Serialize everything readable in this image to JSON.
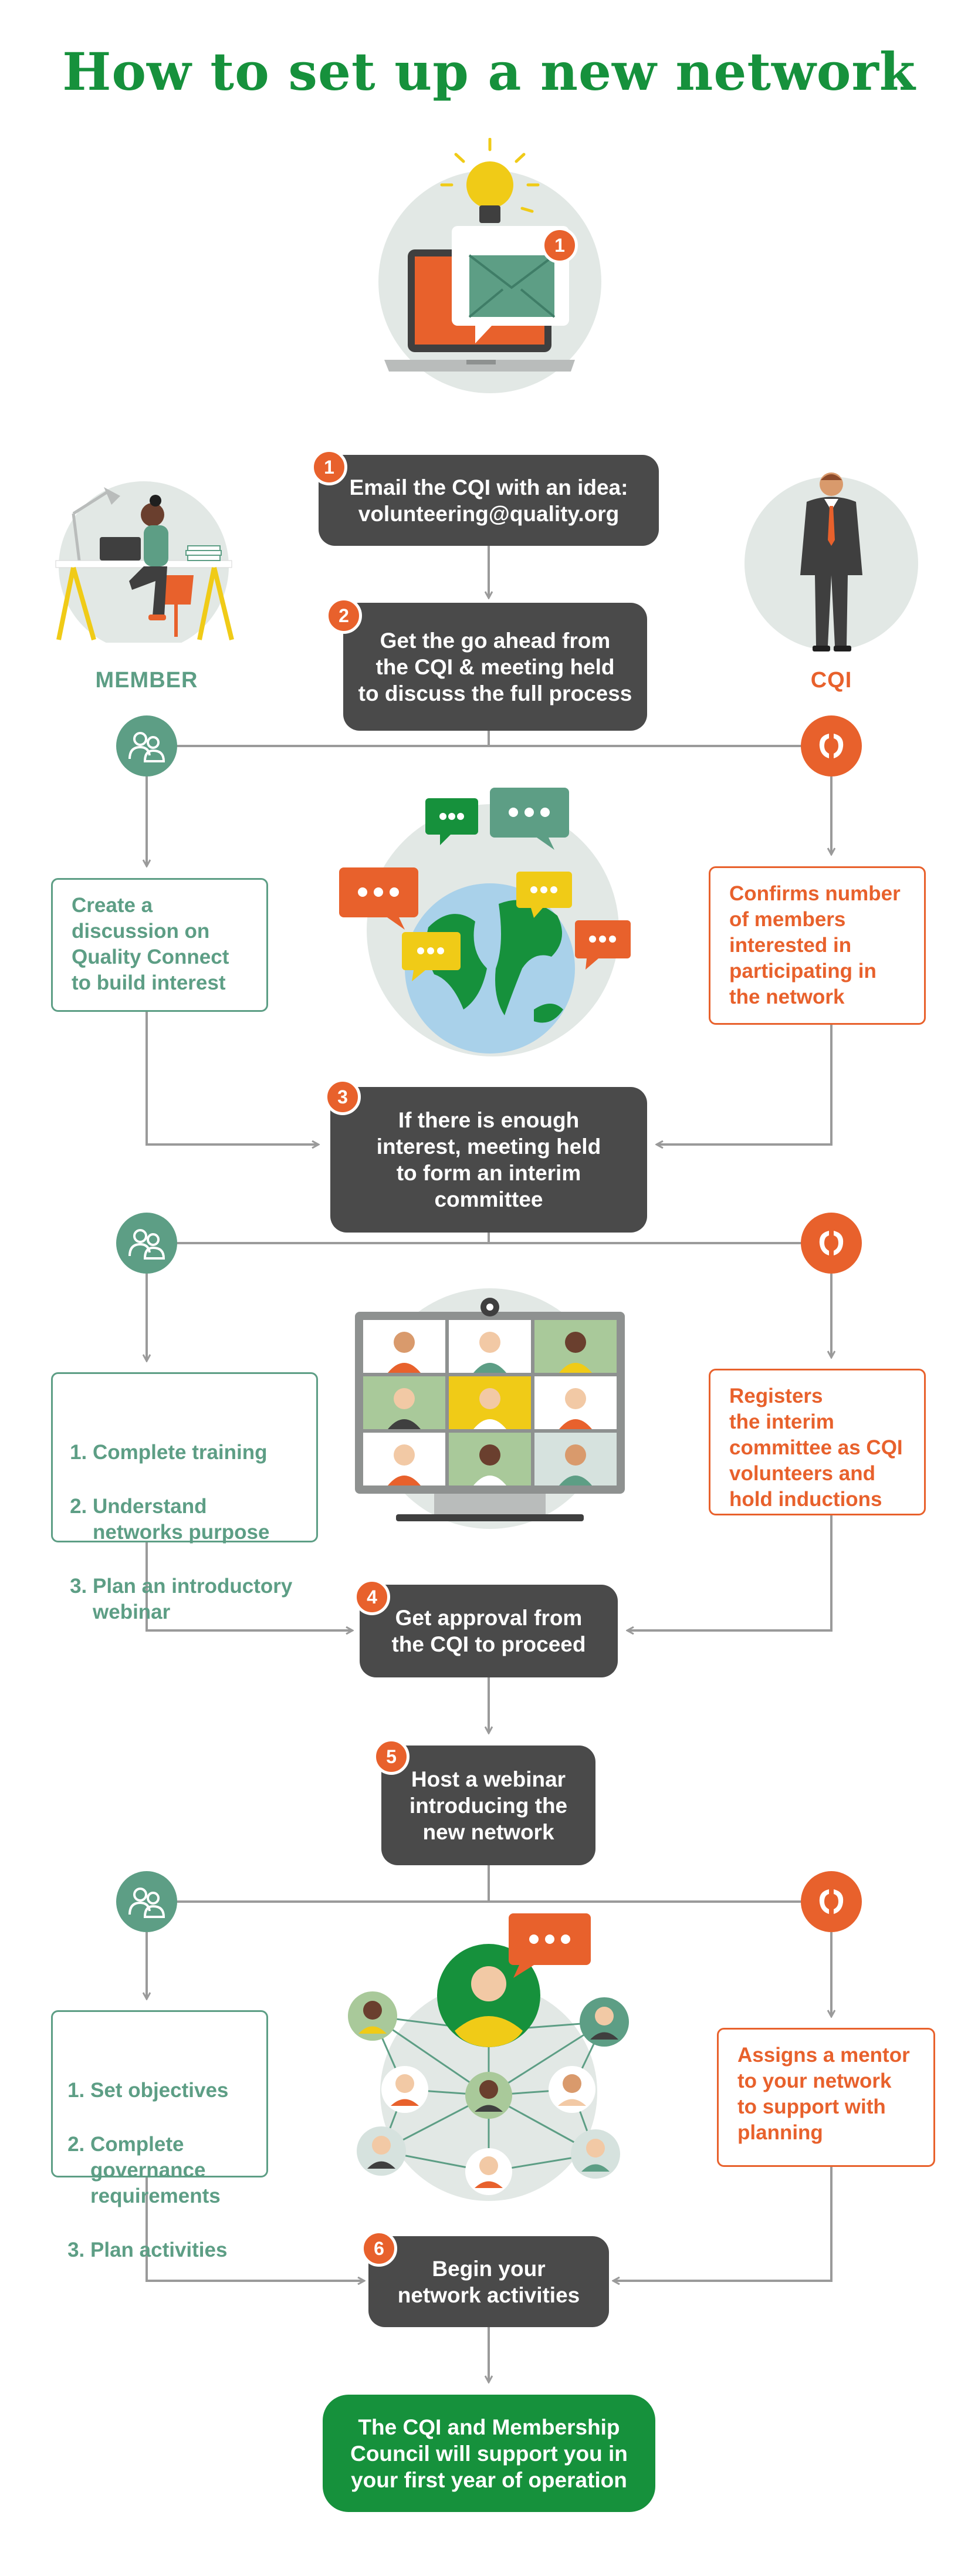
{
  "title": "How to set up a new network",
  "colors": {
    "green": "#16913c",
    "teal": "#5d9e85",
    "orange": "#e8612c",
    "dark": "#4a4a4a",
    "connector": "#9a9a9a",
    "illustration_bg": "#e2e8e5"
  },
  "roles": {
    "member_label": "MEMBER",
    "cqi_label": "CQI"
  },
  "steps": [
    {
      "number": "1",
      "text": "Email the CQI with an idea:\nvolunteering@quality.org"
    },
    {
      "number": "2",
      "text": "Get the go ahead from\nthe CQI & meeting held\nto discuss the full process"
    },
    {
      "number": "3",
      "text": "If there is enough\ninterest, meeting held\nto form an interim\ncommittee"
    },
    {
      "number": "4",
      "text": "Get approval from\nthe CQI to proceed"
    },
    {
      "number": "5",
      "text": "Host a webinar\nintroducing the\nnew network"
    },
    {
      "number": "6",
      "text": "Begin your\nnetwork activities"
    }
  ],
  "member_boxes": {
    "box1": "Create a\ndiscussion on\nQuality Connect\nto build interest",
    "box2_items": [
      "Complete training",
      "Understand networks purpose",
      "Plan an introductory webinar"
    ],
    "box3_items": [
      "Set objectives",
      "Complete governance requirements",
      "Plan activities"
    ]
  },
  "cqi_boxes": {
    "box1": "Confirms number\nof members\ninterested in\nparticipating in\nthe network",
    "box2": "Registers\nthe interim\ncommittee as CQI\nvolunteers and\nhold inductions",
    "box3": "Assigns a mentor\nto your network\nto support with\nplanning"
  },
  "final_box": "The CQI and Membership\nCouncil will support you in\nyour first year of operation",
  "icons": {
    "email_illustration": "laptop-email-lightbulb-illustration",
    "member_illustration": "person-at-desk-illustration",
    "cqi_illustration": "businessman-illustration",
    "globe_illustration": "globe-chat-bubbles-illustration",
    "video_call_illustration": "video-conference-monitor-illustration",
    "network_illustration": "people-network-illustration",
    "member_icon": "people-group-icon",
    "cqi_icon": "cqi-logo-icon",
    "notification_badge": "notification-badge-icon"
  }
}
